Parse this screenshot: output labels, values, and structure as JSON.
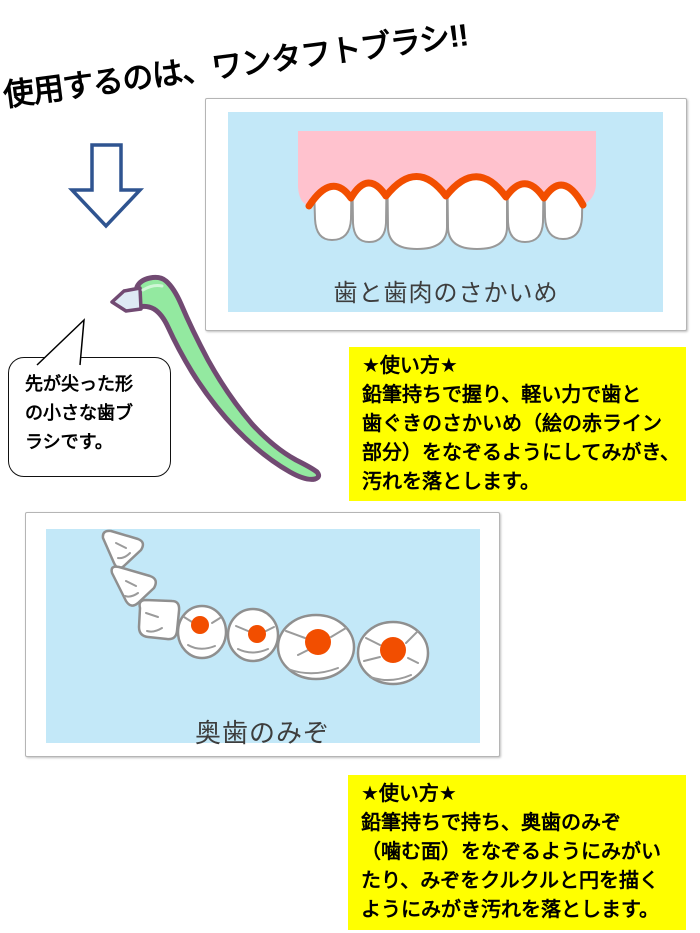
{
  "page_title": "使用するのは、ワンタフトブラシ!!",
  "gumline_panel": {
    "caption": "歯と歯肉のさかいめ"
  },
  "molar_panel": {
    "caption": "奥歯のみぞ"
  },
  "speech_bubble": {
    "text": "先が尖った形\nの小さな歯ブ\nラシです。"
  },
  "usage_box_1": {
    "heading": "★使い方★",
    "body": "鉛筆持ちで握り、軽い力で歯と\n歯ぐきのさかいめ（絵の赤ライン\n部分）をなぞるようにしてみがき、\n汚れを落とします。"
  },
  "usage_box_2": {
    "heading": "★使い方★",
    "body": "鉛筆持ちで持ち、奥歯のみぞ\n（噛む面）をなぞるようにみがい\nたり、みぞをクルクルと円を描く\nようにみがき汚れを落とします。"
  },
  "illustrations": {
    "down_arrow": "down-arrow-icon",
    "toothbrush": "one-tuft-toothbrush-illustration",
    "front_teeth": "teeth-and-gumline-illustration",
    "molars": "molar-grooves-illustration"
  },
  "colors": {
    "panel_blue": "#C3E8F8",
    "gum_pink": "#FFC2CE",
    "line_orange": "#F24E00",
    "brush_green": "#93E9A0",
    "brush_outline": "#714A72",
    "highlight_yellow": "#FFFF00",
    "arrow_blue": "#2F5490",
    "tooth_outline": "#999999"
  }
}
